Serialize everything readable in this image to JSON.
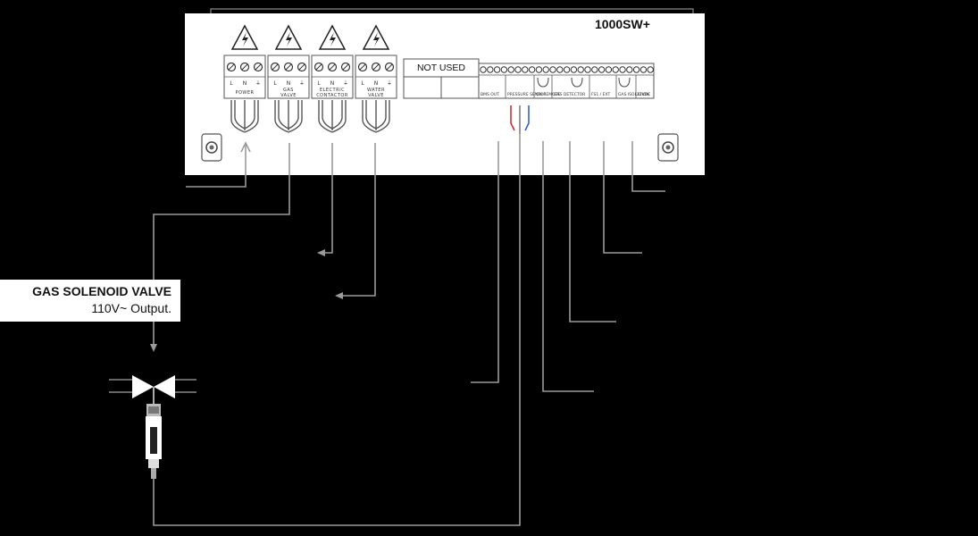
{
  "panel": {
    "model": "1000SW+",
    "not_used": "NOT USED",
    "high_voltage_blocks": [
      {
        "label_line1": "POWER",
        "label_line2": "",
        "terminals": [
          "L",
          "N",
          "⏚"
        ]
      },
      {
        "label_line1": "GAS",
        "label_line2": "VALVE",
        "terminals": [
          "L",
          "N",
          "⏚"
        ]
      },
      {
        "label_line1": "ELECTRIC",
        "label_line2": "CONTACTOR",
        "terminals": [
          "L",
          "N",
          "⏚"
        ]
      },
      {
        "label_line1": "WATER",
        "label_line2": "VALVE",
        "terminals": [
          "L",
          "N",
          "⏚"
        ]
      }
    ],
    "low_voltage_labels": [
      "BMS OUT",
      "PRESSURE SENSOR",
      "ON REMOTE",
      "GAS DETECTOR",
      "FS1 / EXT",
      "GAS ISOLATION",
      "12VDC"
    ]
  },
  "callout": {
    "title": "GAS SOLENOID VALVE",
    "subtitle": "110V~ Output."
  },
  "icons": {
    "warning": "high-voltage-warning-icon",
    "valve": "solenoid-valve-icon"
  },
  "colors": {
    "background": "#000000",
    "panel": "#ffffff",
    "wire": "#9a9a9a",
    "sensor_red": "#d0202a",
    "sensor_blue": "#2a56c8"
  }
}
